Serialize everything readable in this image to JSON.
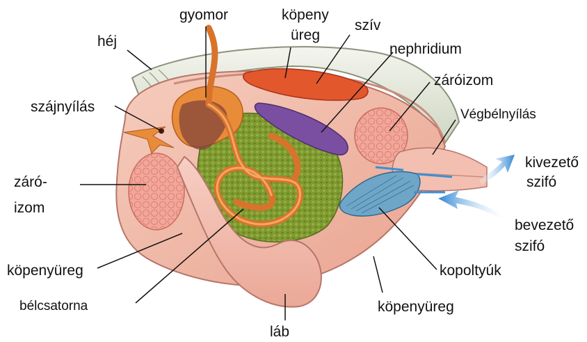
{
  "labels": {
    "hej": "héj",
    "gyomor": "gyomor",
    "kopeny_ureg_1": "köpeny",
    "kopeny_ureg_2": "üreg",
    "sziv": "szív",
    "nephridium": "nephridium",
    "zaroizom_right": "záróizom",
    "szajnyilas": "szájnyílás",
    "vegbelnyilas": "Végbélnyílás",
    "kivezeto_1": "kivezető",
    "kivezeto_2": "szifó",
    "zaro_left_1": "záró-",
    "zaro_left_2": "izom",
    "bevezeto_1": "bevezető",
    "bevezeto_2": "szifó",
    "kopenyureg_left": "köpenyüreg",
    "kopoltyuk": "kopoltyúk",
    "belcsatorna": "bélcsatorna",
    "kopenyureg_right": "köpenyüreg",
    "lab": "láb"
  },
  "colors": {
    "shell": "#e9ecdf",
    "mantle": "#f2b9a8",
    "foot": "#f6c3b8",
    "muscle": "#ef9f92",
    "stomach": "#e98c3a",
    "gland": "#7b8b2a",
    "heart": "#e2572c",
    "nephridium": "#7a4ea0",
    "gill": "#6fa6c8",
    "arrow": "#3a90d6"
  }
}
